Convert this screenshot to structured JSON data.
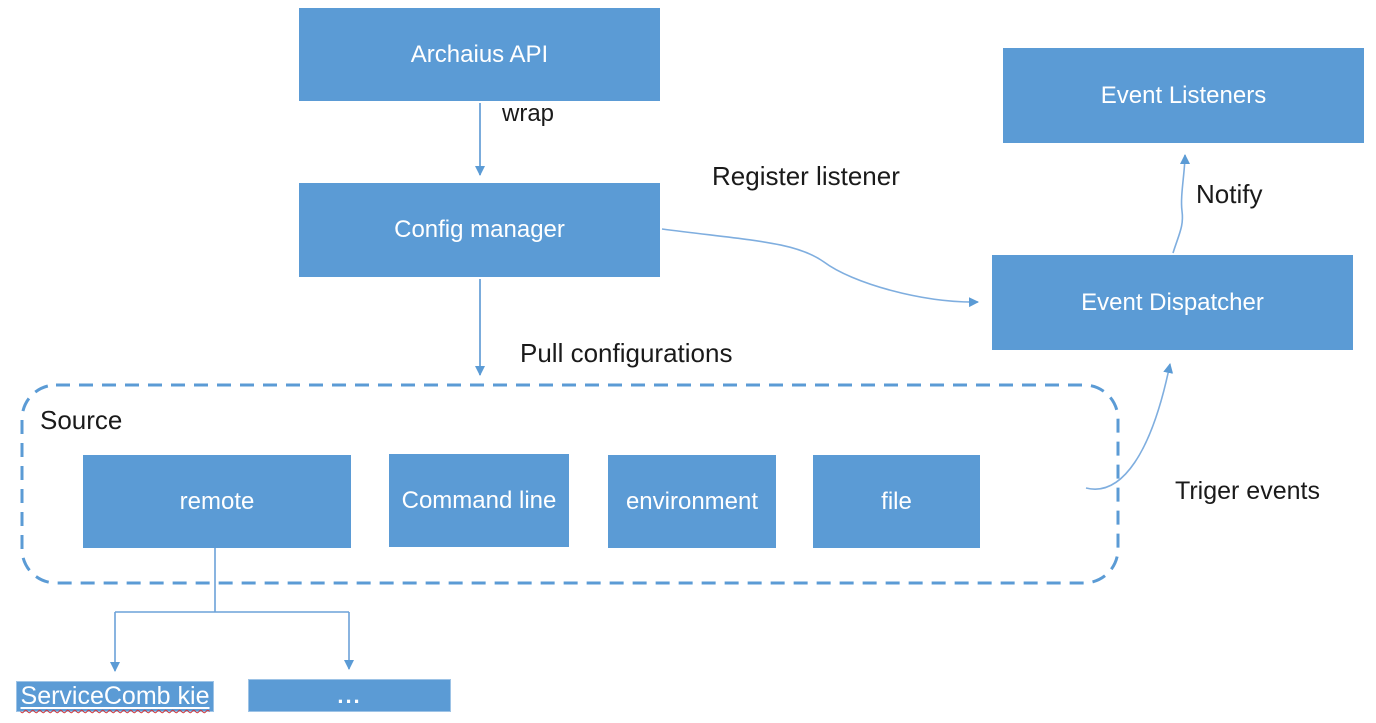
{
  "nodes": {
    "archaius_api": "Archaius API",
    "config_manager": "Config manager",
    "event_listeners": "Event Listeners",
    "event_dispatcher": "Event Dispatcher",
    "source_group": "Source",
    "remote": "remote",
    "command_line": "Command line",
    "environment": "environment",
    "file": "file",
    "servicecomb_kie": "ServiceComb kie",
    "more": "..."
  },
  "edge_labels": {
    "wrap": "wrap",
    "register_listener": "Register listener",
    "pull_configurations": "Pull configurations",
    "notify": "Notify",
    "triger_events": "Triger events"
  },
  "colors": {
    "node_fill": "#5B9BD5",
    "node_text": "#FFFFFF",
    "edge_line": "#6CA2D8",
    "arrowhead": "#5B9BD5",
    "dashed_border": "#5B9BD5",
    "label_text": "#1A1A1A",
    "spellcheck_underline": "#D13438"
  }
}
